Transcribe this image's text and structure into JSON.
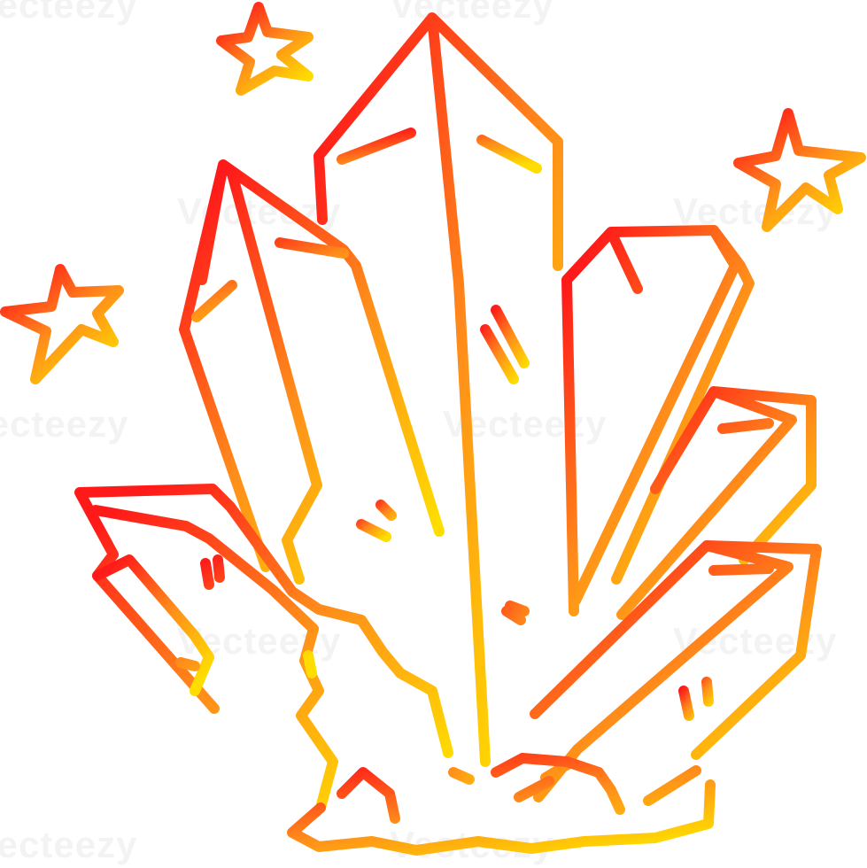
{
  "image": {
    "subject": "cartoon crystal cluster with sparkle stars",
    "style": "line art",
    "gradient": {
      "start_color": "#ff1a1a",
      "mid_color": "#ff8c1a",
      "end_color": "#ffdd00"
    },
    "background_color": "#ffffff"
  },
  "watermark": {
    "text": "Vecteezy"
  }
}
